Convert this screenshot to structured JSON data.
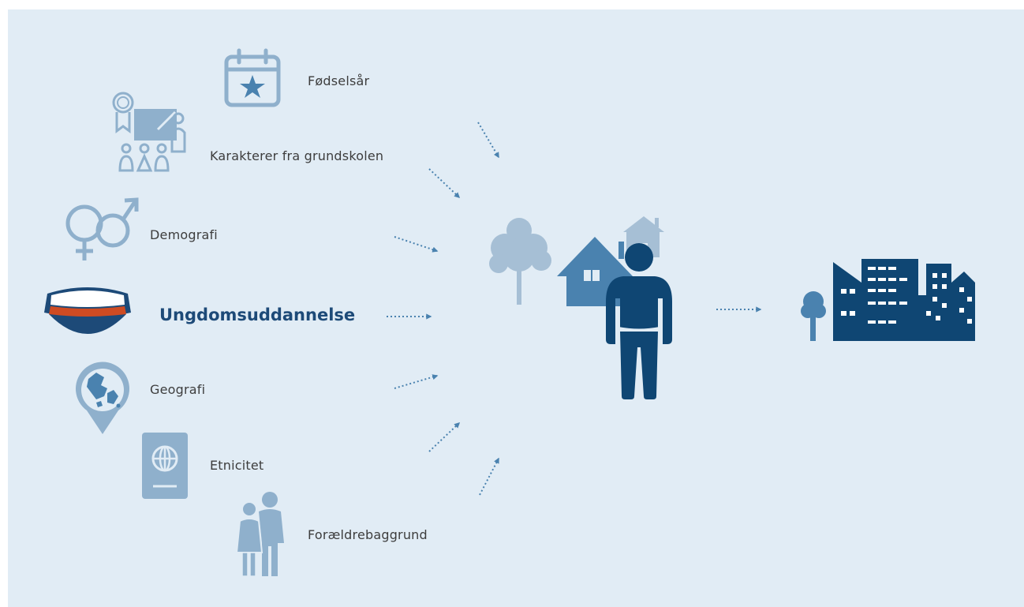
{
  "factors": [
    {
      "label": "Fødselsår",
      "icon": "calendar-star-icon",
      "emphasis": false
    },
    {
      "label": "Karakterer fra grundskolen",
      "icon": "classroom-award-icon",
      "emphasis": false
    },
    {
      "label": "Demografi",
      "icon": "gender-symbols-icon",
      "emphasis": false
    },
    {
      "label": "Ungdomsuddannelse",
      "icon": "student-cap-icon",
      "emphasis": true
    },
    {
      "label": "Geografi",
      "icon": "map-pin-denmark-icon",
      "emphasis": false
    },
    {
      "label": "Etnicitet",
      "icon": "passport-icon",
      "emphasis": false
    },
    {
      "label": "Forældrebaggrund",
      "icon": "parents-icon",
      "emphasis": false
    }
  ],
  "center": {
    "icon": "person-with-home-icon"
  },
  "outcome": {
    "icon": "city-buildings-icon"
  },
  "colors": {
    "background": "#e1ecf5",
    "icon_light": "#8fb0cc",
    "icon_mid": "#4a82af",
    "icon_dark": "#0f4673",
    "accent_red": "#cf4b22",
    "emphasis_text": "#1d4a78",
    "label_text": "#3d3d3d"
  }
}
